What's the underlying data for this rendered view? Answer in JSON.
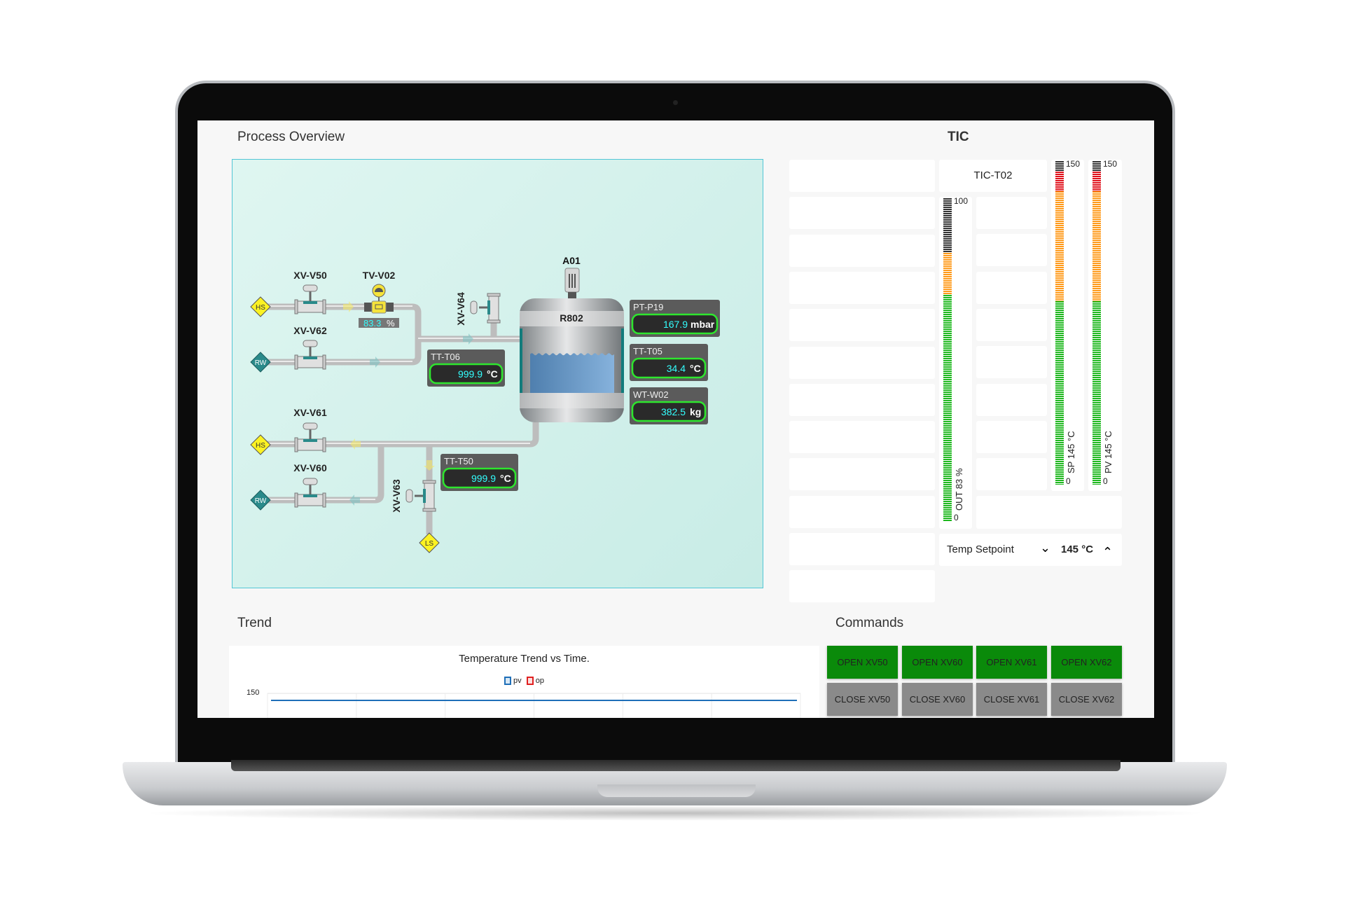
{
  "process": {
    "title": "Process Overview",
    "valves": {
      "xv_v50": "XV-V50",
      "tv_v02": "TV-V02",
      "xv_v62": "XV-V62",
      "xv_v61": "XV-V61",
      "xv_v60": "XV-V60",
      "xv_v64": "XV-V64",
      "xv_v63": "XV-V63"
    },
    "tv_v02_value": "83.3",
    "tv_v02_unit": "%",
    "endpoints": {
      "hs1": "HS",
      "rw1": "RW",
      "hs2": "HS",
      "rw2": "RW",
      "ls": "LS"
    },
    "agitator": "A01",
    "reactor": "R802",
    "reactor_level": 0.6,
    "instruments": [
      {
        "tag": "TT-T06",
        "value": "999.9",
        "unit": "°C"
      },
      {
        "tag": "TT-T50",
        "value": "999.9",
        "unit": "°C"
      },
      {
        "tag": "PT-P19",
        "value": "167.9",
        "unit": "mbar"
      },
      {
        "tag": "TT-T05",
        "value": "34.4",
        "unit": "°C"
      },
      {
        "tag": "WT-W02",
        "value": "382.5",
        "unit": "kg"
      }
    ]
  },
  "tic": {
    "title": "TIC",
    "tag": "TIC-T02",
    "out": {
      "max": "100",
      "min": "0",
      "label": "OUT 83 %",
      "value": 83,
      "range": 100,
      "green_to": 70,
      "orange_to": 100
    },
    "sp": {
      "max": "150",
      "min": "0",
      "label": "SP 145 °C",
      "value": 145,
      "range": 150,
      "green_to": 85,
      "orange_to": 136
    },
    "pv": {
      "max": "150",
      "min": "0",
      "label": "PV 145 °C",
      "value": 145,
      "range": 150,
      "green_to": 85,
      "orange_to": 136
    },
    "setpoint_label": "Temp Setpoint",
    "setpoint_value": "145 °C"
  },
  "colors": {
    "green": "#1fb81f",
    "orange": "#ff9a1a",
    "red": "#e0101a",
    "grey": "#333333"
  },
  "trend": {
    "title": "Trend",
    "chart_data": {
      "type": "line",
      "title": "Temperature Trend vs Time.",
      "legend": [
        "pv",
        "op"
      ],
      "y_tick_top": "150",
      "series": [
        {
          "name": "pv",
          "values": [
            145,
            145,
            145,
            145,
            145,
            145,
            145
          ]
        },
        {
          "name": "op",
          "values": []
        }
      ],
      "ylim_top": 150
    }
  },
  "commands": {
    "title": "Commands",
    "open": [
      "OPEN XV50",
      "OPEN XV60",
      "OPEN XV61",
      "OPEN XV62"
    ],
    "close": [
      "CLOSE XV50",
      "CLOSE XV60",
      "CLOSE XV61",
      "CLOSE XV62"
    ]
  }
}
